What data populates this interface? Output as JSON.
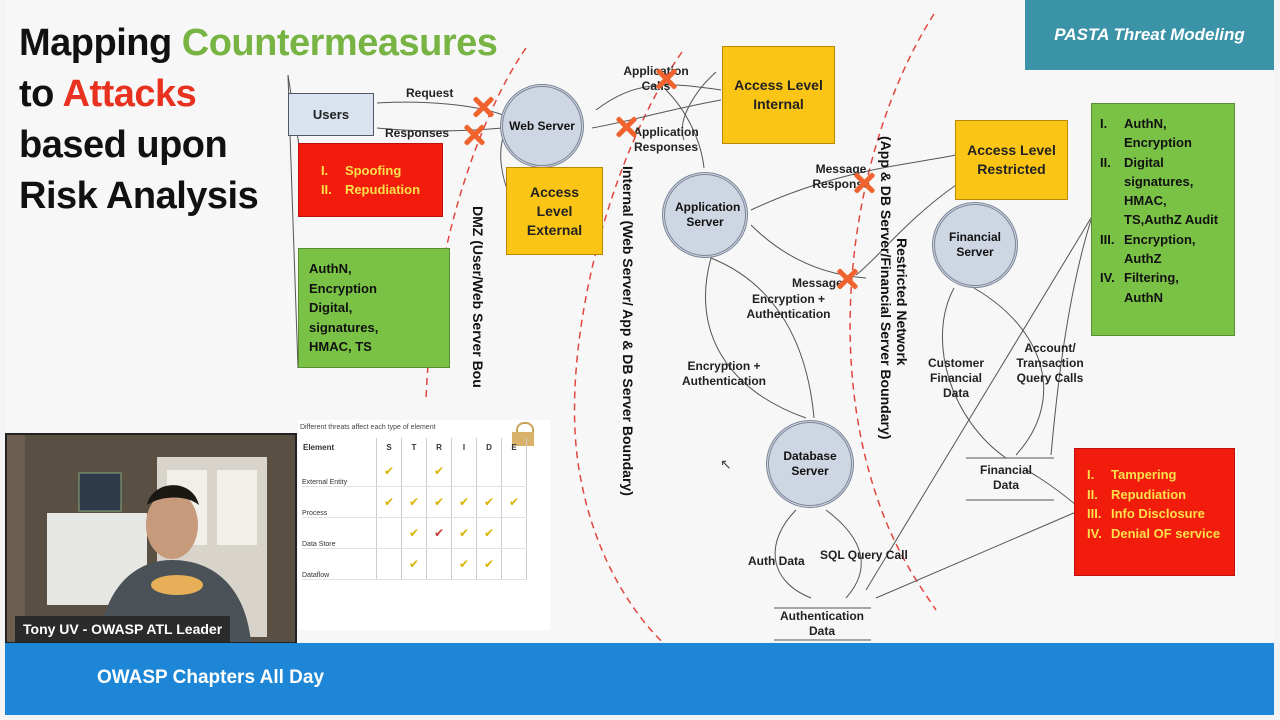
{
  "title": {
    "w1": "Mapping",
    "w2": "Countermeasures",
    "w3": "to",
    "w4": "Attacks",
    "w5": "based upon",
    "w6": "Risk Analysis"
  },
  "badge": "PASTA Threat Modeling",
  "nodes": {
    "users": "Users",
    "web_server": "Web Server",
    "app_server": "Application Server",
    "financial_server": "Financial Server",
    "database_server": "Database Server",
    "access_external": "Access Level External",
    "access_internal": "Access Level Internal",
    "access_restricted": "Access Level Restricted"
  },
  "labels": {
    "request": "Request",
    "responses": "Responses",
    "app_calls": "Application Calls",
    "app_responses": "Application Responses",
    "message_response": "Message Response",
    "message": "Message",
    "enc_auth_1": "Encryption + Authentication",
    "enc_auth_2": "Encryption + Authentication",
    "customer_financial_data": "Customer Financial Data",
    "account_query": "Account/ Transaction Query Calls",
    "financial_data": "Financial Data",
    "auth_data": "Auth Data",
    "sql_query": "SQL Query Call",
    "authentication_data": "Authentication Data"
  },
  "boundaries": {
    "dmz": "DMZ (User/Web Server Bou",
    "internal": "Internal (Web Server/ App & DB Server Boundary)",
    "restricted": "Restricted Network",
    "app_db": "(App & DB Server/Financial Server Boundary)"
  },
  "red_box_1": [
    {
      "n": "I.",
      "t": "Spoofing"
    },
    {
      "n": "II.",
      "t": "Repudiation"
    }
  ],
  "green_box_1": "AuthN, Encryption Digital, signatures, HMAC, TS",
  "green_box_2": [
    {
      "n": "I.",
      "t": "AuthN, Encryption"
    },
    {
      "n": "II.",
      "t": "Digital signatures, HMAC, TS,AuthZ Audit"
    },
    {
      "n": "III.",
      "t": "Encryption, AuthZ"
    },
    {
      "n": "IV.",
      "t": "Filtering, AuthN"
    }
  ],
  "red_box_2": [
    {
      "n": "I.",
      "t": "Tampering"
    },
    {
      "n": "II.",
      "t": "Repudiation"
    },
    {
      "n": "III.",
      "t": "Info Disclosure"
    },
    {
      "n": "IV.",
      "t": "Denial OF service"
    }
  ],
  "stride_table": {
    "caption": "Different threats affect each type of element",
    "header": [
      "Element",
      "S",
      "T",
      "R",
      "I",
      "D",
      "E"
    ],
    "rows": [
      {
        "name": "External Entity",
        "marks": [
          "✔",
          "",
          "✔",
          "",
          "",
          ""
        ]
      },
      {
        "name": "Process",
        "marks": [
          "✔",
          "✔",
          "✔",
          "✔",
          "✔",
          "✔"
        ]
      },
      {
        "name": "Data Store",
        "marks": [
          "",
          "✔",
          "✔",
          "✔",
          "✔",
          ""
        ]
      },
      {
        "name": "Dataflow",
        "marks": [
          "",
          "✔",
          "",
          "✔",
          "✔",
          ""
        ]
      }
    ]
  },
  "video": {
    "name": "Tony UV - OWASP ATL Leader"
  },
  "footer": "OWASP Chapters All Day",
  "colors": {
    "accent_bar": "#1e86d6",
    "badge": "#3a93a7",
    "yellow": "#fbc515",
    "red": "#f21c0c",
    "green": "#7ac246"
  }
}
